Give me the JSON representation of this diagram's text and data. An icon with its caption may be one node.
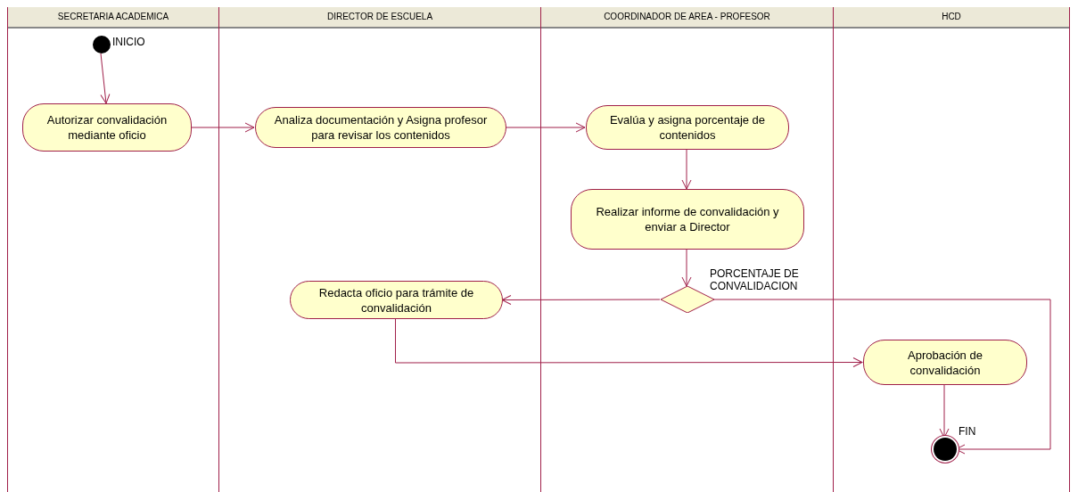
{
  "diagram": {
    "nodes": [
      {
        "text": [
          "SECRETARIA ACADEMICA"
        ]
      },
      {
        "text": [
          "DIRECTOR DE ESCUELA"
        ]
      },
      {
        "text": [
          "COORDINADOR DE AREA - PROFESOR"
        ]
      },
      {
        "text": [
          "HCD"
        ]
      },
      {
        "text": [],
        "shape": "circle",
        "beside": [
          "INICIO"
        ],
        "in": 0
      },
      {
        "text": [
          "Autorizar convalidación mediante oficio"
        ],
        "in": 0
      },
      {
        "text": [
          "Analiza documentación y Asigna profesor para revisar los contenidos"
        ],
        "in": 1
      },
      {
        "text": [
          "Evalúa y asigna porcentaje de contenidos"
        ],
        "in": 2
      },
      {
        "text": [
          "Realizar informe de convalidación y enviar a Director"
        ],
        "in": 2
      },
      {
        "text": [],
        "shape": "diamond",
        "beside": [
          "PORCENTAJE DE CONVALIDACION"
        ],
        "in": 2
      },
      {
        "text": [
          "Redacta oficio para trámite de convalidación"
        ],
        "in": 1
      },
      {
        "text": [
          "Aprobación de convalidación"
        ],
        "in": 3
      },
      {
        "text": [],
        "shape": "circle",
        "beside": [
          "FIN"
        ],
        "in": 3
      }
    ],
    "edges": [
      {
        "from": 4,
        "to": 5,
        "arrow": "to"
      },
      {
        "from": 5,
        "to": 6,
        "arrow": "to"
      },
      {
        "from": 6,
        "to": 7,
        "arrow": "to"
      },
      {
        "from": 7,
        "to": 8,
        "arrow": "to"
      },
      {
        "from": 8,
        "to": 9,
        "arrow": "to"
      },
      {
        "from": 9,
        "to": 10,
        "arrow": "to"
      },
      {
        "from": 9,
        "to": 12,
        "arrow": "to"
      },
      {
        "from": 10,
        "to": 11,
        "arrow": "to"
      },
      {
        "from": 11,
        "to": 12,
        "arrow": "to"
      }
    ]
  }
}
